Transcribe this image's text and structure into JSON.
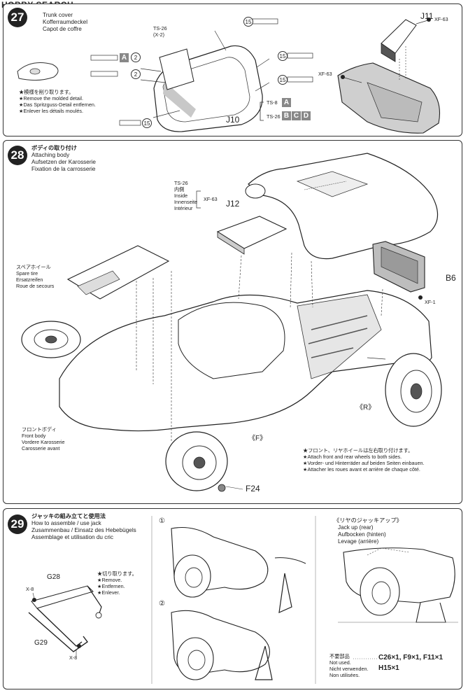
{
  "watermark": "HOBBY SEARCH",
  "step27": {
    "number": "27",
    "title_en": "Trunk cover",
    "title_de": "Kofferraumdeckel",
    "title_fr": "Capot de coffre",
    "note_jp": "★模様を削り取ります。",
    "note_en": "★Remove the molded detail.",
    "note_de": "★Das Spritzguss-Detail entfernen.",
    "note_fr": "★Enlever les détails moulés.",
    "ts26": "TS-26",
    "ts26_x2": "(X-2)",
    "part_j10": "J10",
    "part_j11": "J11",
    "xf63_a": "XF-63",
    "xf63_b": "XF-63",
    "paint_ts8": "TS-8",
    "paint_ts26": "TS-26",
    "letter_a": "A",
    "letters_bcd": [
      "B",
      "C",
      "D"
    ],
    "marker_2": "2",
    "marker_15": "15"
  },
  "step28": {
    "number": "28",
    "title_jp": "ボディの取り付け",
    "title_en": "Attaching body",
    "title_de": "Aufsetzen der Karosserie",
    "title_fr": "Fixation de la carrosserie",
    "inside_ts": "TS-26",
    "inside_jp": "内側",
    "inside_en": "Inside",
    "inside_de": "Innenseite",
    "inside_fr": "Intérieur",
    "inside_xf": "XF-63",
    "part_j12": "J12",
    "part_b6": "B6",
    "xf1": "XF-1",
    "spare_jp": "スペアホイール",
    "spare_en": "Spare tire",
    "spare_de": "Ersatzreifen",
    "spare_fr": "Roue de secours",
    "front_jp": "フロントボディ",
    "front_en": "Front body",
    "front_de": "Vordere Karosserie",
    "front_fr": "Carosserie avant",
    "rear_label": "《R》",
    "front_label": "《F》",
    "part_f24": "F24",
    "wheel_note_jp": "★フロント、リヤホイールは左右取り付けます。",
    "wheel_note_en": "★Attach front and rear wheels to both sides.",
    "wheel_note_de": "★Vorder- und Hinterräder auf beiden Seiten einbauen.",
    "wheel_note_fr": "★Attacher les roues avant et arrière de chaque côté."
  },
  "step29": {
    "number": "29",
    "title_jp": "ジャッキの組み立てと使用法",
    "title_en": "How to assemble / use jack",
    "title_de": "Zusammenbau / Einsatz des Hebebügels",
    "title_fr": "Assemblage et utilisation du cric",
    "part_g28": "G28",
    "part_g29": "G29",
    "x8_a": "X-8",
    "x8_b": "X-8",
    "cut_jp": "★切り取ります。",
    "cut_en": "★Remove.",
    "cut_de": "★Entfernen.",
    "cut_fr": "★Enlever.",
    "circle1": "①",
    "circle2": "②",
    "jackup_jp": "《リヤのジャッキアップ》",
    "jackup_en": "Jack up (rear)",
    "jackup_de": "Aufbocken (hinten)",
    "jackup_fr": "Levage (arrière)",
    "notused_jp": "不要部品",
    "notused_en": "Not used.",
    "notused_de": "Nicht verwenden.",
    "notused_fr": "Non utilisées.",
    "notused_parts": "C26×1, F9×1, F11×1",
    "notused_parts2": "H15×1"
  }
}
